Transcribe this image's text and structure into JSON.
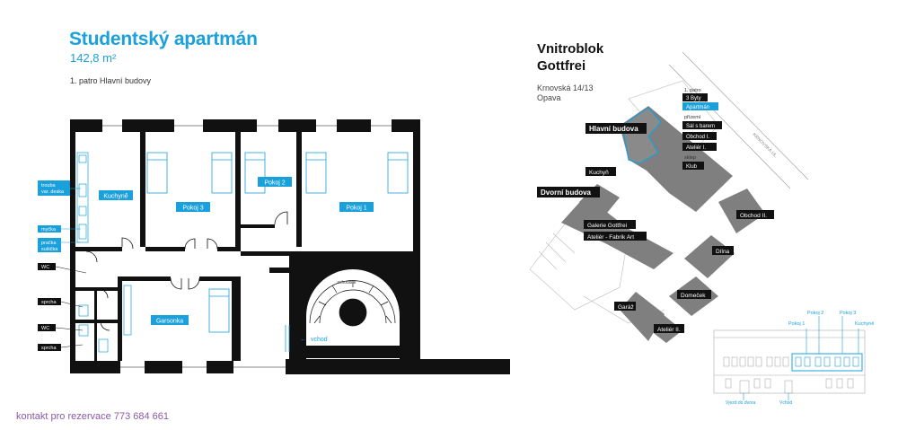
{
  "plan": {
    "title": "Studentský apartmán",
    "area": "142,8 m²",
    "floor": "1. patro Hlavní budovy",
    "contact": "kontakt pro rezervace 773 684 661",
    "rooms": {
      "kitchen": "Kuchyně",
      "room3": "Pokoj 3",
      "room2": "Pokoj 2",
      "room1": "Pokoj 1",
      "garsonka": "Garsonka"
    },
    "side_labels": {
      "trouba": "trouba",
      "varna_deska": "var. deska",
      "mycka": "myčka",
      "pracka": "pračka",
      "susicka": "sušička",
      "wc1": "WC",
      "sprcha1": "sprcha",
      "wc2": "WC",
      "sprcha2": "sprcha"
    },
    "stairs": "schodiště",
    "entrance": "vchod"
  },
  "site": {
    "title_line1": "Vnitroblok",
    "title_line2": "Gottfrei",
    "address_line1": "Krnovská 14/13",
    "address_line2": "Opava",
    "street": "KRNOVSKÁ UL.",
    "legend": {
      "patro": "1. patro",
      "byty": "3 Byty",
      "apartman": "Apartmán",
      "prizemi": "přízemí",
      "sal": "Sál s barem",
      "obchod1": "Obchod I.",
      "atelier1": "Ateliér I.",
      "sklep": "sklep",
      "klub": "Klub"
    },
    "labels": {
      "hlavni": "Hlavní budova",
      "kuchyn": "Kuchyň",
      "dvorni": "Dvorní budova",
      "galerie": "Galerie Gottfrei",
      "fabrik": "Ateliér - Fabrik Art",
      "obchod2": "Obchod II.",
      "dilna": "Dílna",
      "domecek": "Domeček",
      "ganaz": "Garáž",
      "atelier2": "Ateliér II."
    }
  },
  "facade": {
    "pokoj1": "Pokoj 1",
    "pokoj2": "Pokoj 2",
    "pokoj3": "Pokoj 3",
    "kuchyne": "Kuchyně",
    "vjezd": "Vjezd do dvora",
    "vchod": "Vchod"
  },
  "colors": {
    "accent": "#1aa0db",
    "wall": "#111111",
    "building": "#7f7f7f"
  }
}
